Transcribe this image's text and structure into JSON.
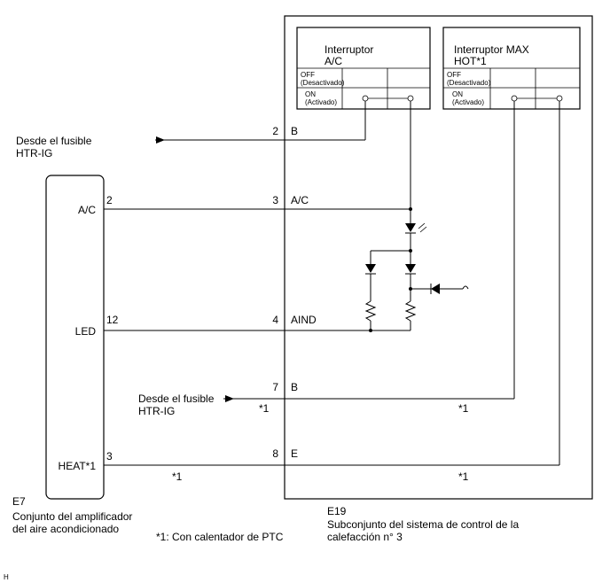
{
  "source": {
    "arrow_top": [
      "Desde el fusible",
      "HTR-IG"
    ],
    "arrow_bottom": [
      "Desde el fusible",
      "HTR-IG"
    ]
  },
  "amplifier": {
    "code": "E7",
    "name": [
      "Conjunto del amplificador",
      "del aire acondicionado"
    ],
    "terminals": [
      {
        "label": "A/C",
        "pin": "2"
      },
      {
        "label": "LED",
        "pin": "12"
      },
      {
        "label": "HEAT*1",
        "pin": "3"
      }
    ]
  },
  "control_subassembly": {
    "code": "E19",
    "name": [
      "Subconjunto del sistema de control de la",
      "calefacción n° 3"
    ],
    "pins": [
      {
        "pin": "2",
        "label": "B"
      },
      {
        "pin": "3",
        "label": "A/C"
      },
      {
        "pin": "4",
        "label": "AIND"
      },
      {
        "pin": "7",
        "label": "B"
      },
      {
        "pin": "8",
        "label": "E"
      }
    ]
  },
  "switch_ac": {
    "title": [
      "Interruptor",
      "A/C"
    ],
    "off": [
      "OFF",
      "(Desactivado)"
    ],
    "on": [
      "ON",
      "(Activado)"
    ]
  },
  "switch_maxhot": {
    "title": [
      "Interruptor MAX",
      "HOT*1"
    ],
    "off": [
      "OFF",
      "(Desactivado)"
    ],
    "on": [
      "ON",
      "(Activado)"
    ]
  },
  "wire_notes": {
    "pin7_left": "*1",
    "pin7_right": "*1",
    "pin8_left": "*1",
    "pin8_right": "*1"
  },
  "footnote": "*1: Con calentador de PTC",
  "corner_mark": "H"
}
